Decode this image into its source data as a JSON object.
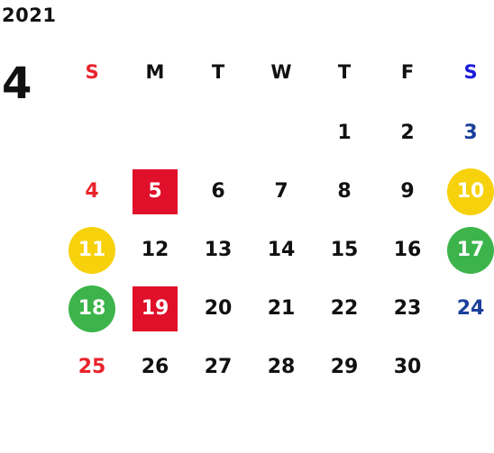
{
  "year": "2021",
  "month": "4",
  "colors": {
    "text": "#111111",
    "sunday": "#e8232b",
    "saturday": "#1b3f9a",
    "holiday_red": "#e0102a",
    "yellow": "#f7d10c",
    "green": "#3cb44b"
  },
  "weekdays": [
    {
      "label": "S",
      "tone": "sunday_header"
    },
    {
      "label": "M",
      "tone": "normal"
    },
    {
      "label": "T",
      "tone": "normal"
    },
    {
      "label": "W",
      "tone": "normal"
    },
    {
      "label": "T",
      "tone": "normal"
    },
    {
      "label": "F",
      "tone": "normal"
    },
    {
      "label": "S",
      "tone": "saturday_header"
    }
  ],
  "weeks": [
    [
      null,
      null,
      null,
      null,
      {
        "d": "1"
      },
      {
        "d": "2"
      },
      {
        "d": "3",
        "tone": "saturday"
      }
    ],
    [
      {
        "d": "4",
        "tone": "sunday"
      },
      {
        "d": "5",
        "mark": "square-red"
      },
      {
        "d": "6"
      },
      {
        "d": "7"
      },
      {
        "d": "8"
      },
      {
        "d": "9"
      },
      {
        "d": "10",
        "mark": "circle-yellow"
      }
    ],
    [
      {
        "d": "11",
        "mark": "circle-yellow"
      },
      {
        "d": "12"
      },
      {
        "d": "13"
      },
      {
        "d": "14"
      },
      {
        "d": "15"
      },
      {
        "d": "16"
      },
      {
        "d": "17",
        "mark": "circle-green"
      }
    ],
    [
      {
        "d": "18",
        "mark": "circle-green"
      },
      {
        "d": "19",
        "mark": "square-red"
      },
      {
        "d": "20"
      },
      {
        "d": "21"
      },
      {
        "d": "22"
      },
      {
        "d": "23"
      },
      {
        "d": "24",
        "tone": "saturday"
      }
    ],
    [
      {
        "d": "25",
        "tone": "sunday"
      },
      {
        "d": "26"
      },
      {
        "d": "27"
      },
      {
        "d": "28"
      },
      {
        "d": "29"
      },
      {
        "d": "30"
      },
      null
    ]
  ]
}
